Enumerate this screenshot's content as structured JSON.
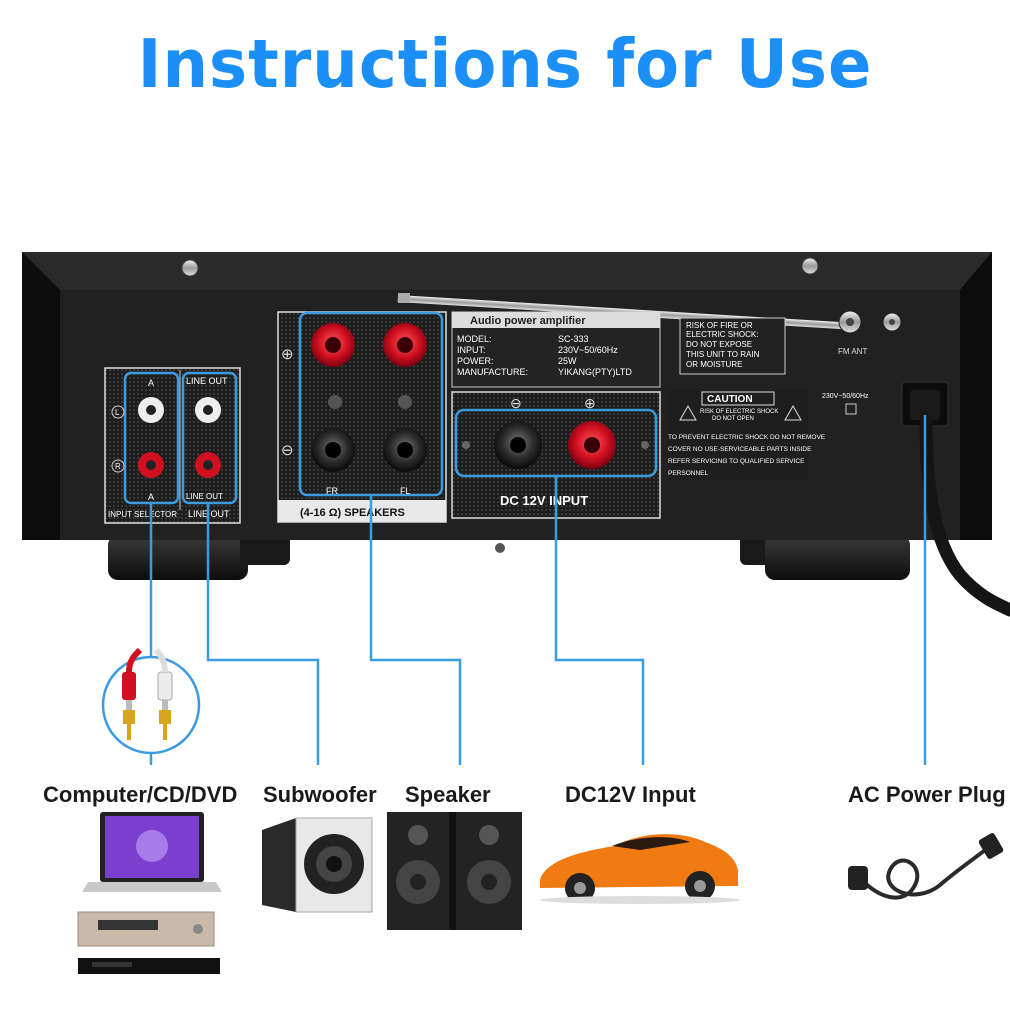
{
  "title": "Instructions for Use",
  "colors": {
    "title": "#1b8ff5",
    "callout": "#3a9be0",
    "chassis": "#1c1c1c",
    "panel": "#2a2a2a",
    "terminal_red": "#d01020",
    "text": "#1a1a1a"
  },
  "panel": {
    "input_selector": {
      "a_top": "A",
      "a_bottom": "A",
      "l": "L",
      "r": "R",
      "label": "INPUT SELECTOR"
    },
    "line_out": {
      "top": "LINE OUT",
      "mid": "LINE OUT",
      "label": "LINE OUT"
    },
    "speakers": {
      "label": "(4-16 Ω) SPEAKERS",
      "fr": "FR",
      "fl": "FL",
      "plus": "⊕",
      "minus": "⊖"
    },
    "dc_input": {
      "label": "DC 12V INPUT",
      "minus": "⊖",
      "plus": "⊕"
    },
    "spec": {
      "heading": "Audio power amplifier",
      "rows": [
        [
          "MODEL:",
          "SC-333"
        ],
        [
          "INPUT:",
          "230V~50/60Hz"
        ],
        [
          "POWER:",
          "25W"
        ],
        [
          "MANUFACTURE:",
          "YIKANG(PTY)LTD"
        ]
      ]
    },
    "warning_box": [
      "RISK OF FIRE OR",
      "ELECTRIC SHOCK:",
      "DO NOT EXPOSE",
      "THIS UNIT TO RAIN",
      "OR MOISTURE"
    ],
    "caution": {
      "title": "CAUTION",
      "sub": [
        "RISK OF ELECTRIC SHOCK",
        "DO NOT OPEN"
      ],
      "body": [
        "TO PREVENT ELECTRIC SHOCK DO NOT REMOVE",
        "COVER NO USE-SERVICEABLE PARTS INSIDE",
        "REFER SERVICING TO QUALIFIED SERVICE",
        "PERSONNEL"
      ]
    },
    "fm_ant": "FM ANT",
    "power_rating": "230V~50/60Hz"
  },
  "labels": {
    "source": "Computer/CD/DVD",
    "subwoofer": "Subwoofer",
    "speaker": "Speaker",
    "dc": "DC12V Input",
    "ac": "AC Power Plug"
  },
  "icons": [
    "rca-plugs-icon",
    "laptop-icon",
    "dvd-player-icon",
    "subwoofer-icon",
    "speakers-icon",
    "sports-car-icon",
    "power-cord-icon"
  ]
}
